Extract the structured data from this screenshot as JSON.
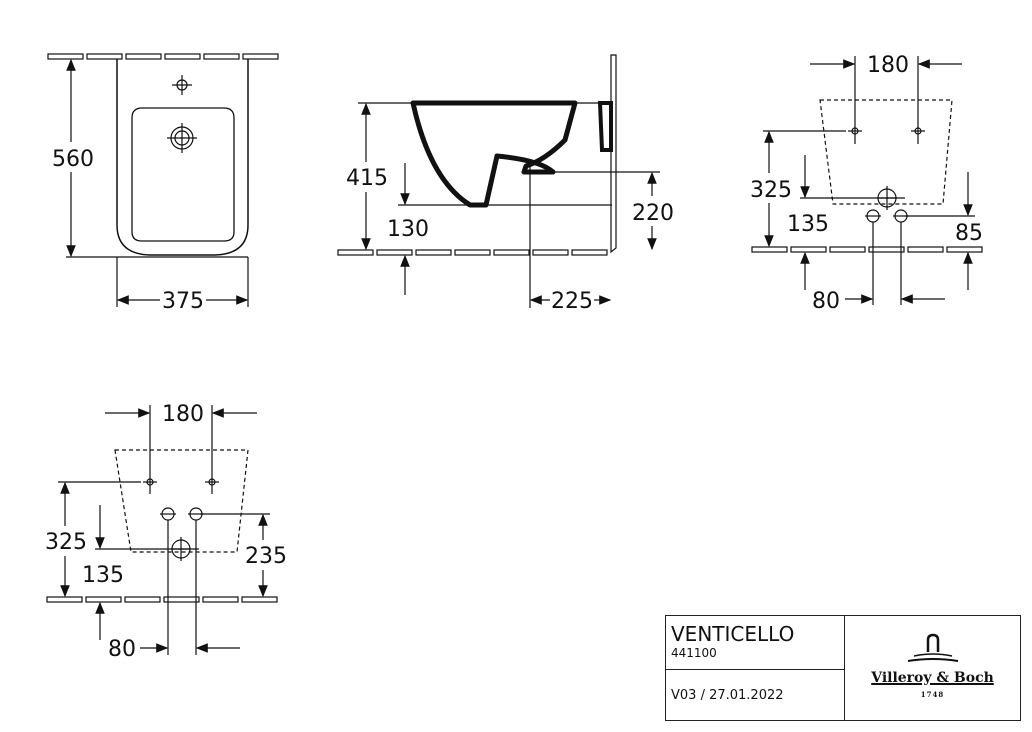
{
  "drawing": {
    "top_view": {
      "height": "560",
      "width": "375"
    },
    "side_view": {
      "height": "415",
      "bottom_clearance": "130",
      "outlet_height": "220",
      "outlet_depth": "225"
    },
    "rear_view_1": {
      "fixing_spacing": "180",
      "fixing_height": "325",
      "outlet_height": "135",
      "supply_height": "85",
      "supply_spacing": "80"
    },
    "rear_view_2": {
      "fixing_spacing": "180",
      "fixing_height": "325",
      "outlet_height": "135",
      "supply_height": "235",
      "supply_spacing": "80"
    }
  },
  "title_block": {
    "product_name": "VENTICELLO",
    "article_number": "441100",
    "version": "V03 / 27.01.2022",
    "brand": "Villeroy & Boch",
    "brand_year": "1748",
    "logo_icon": "fountain-icon"
  }
}
